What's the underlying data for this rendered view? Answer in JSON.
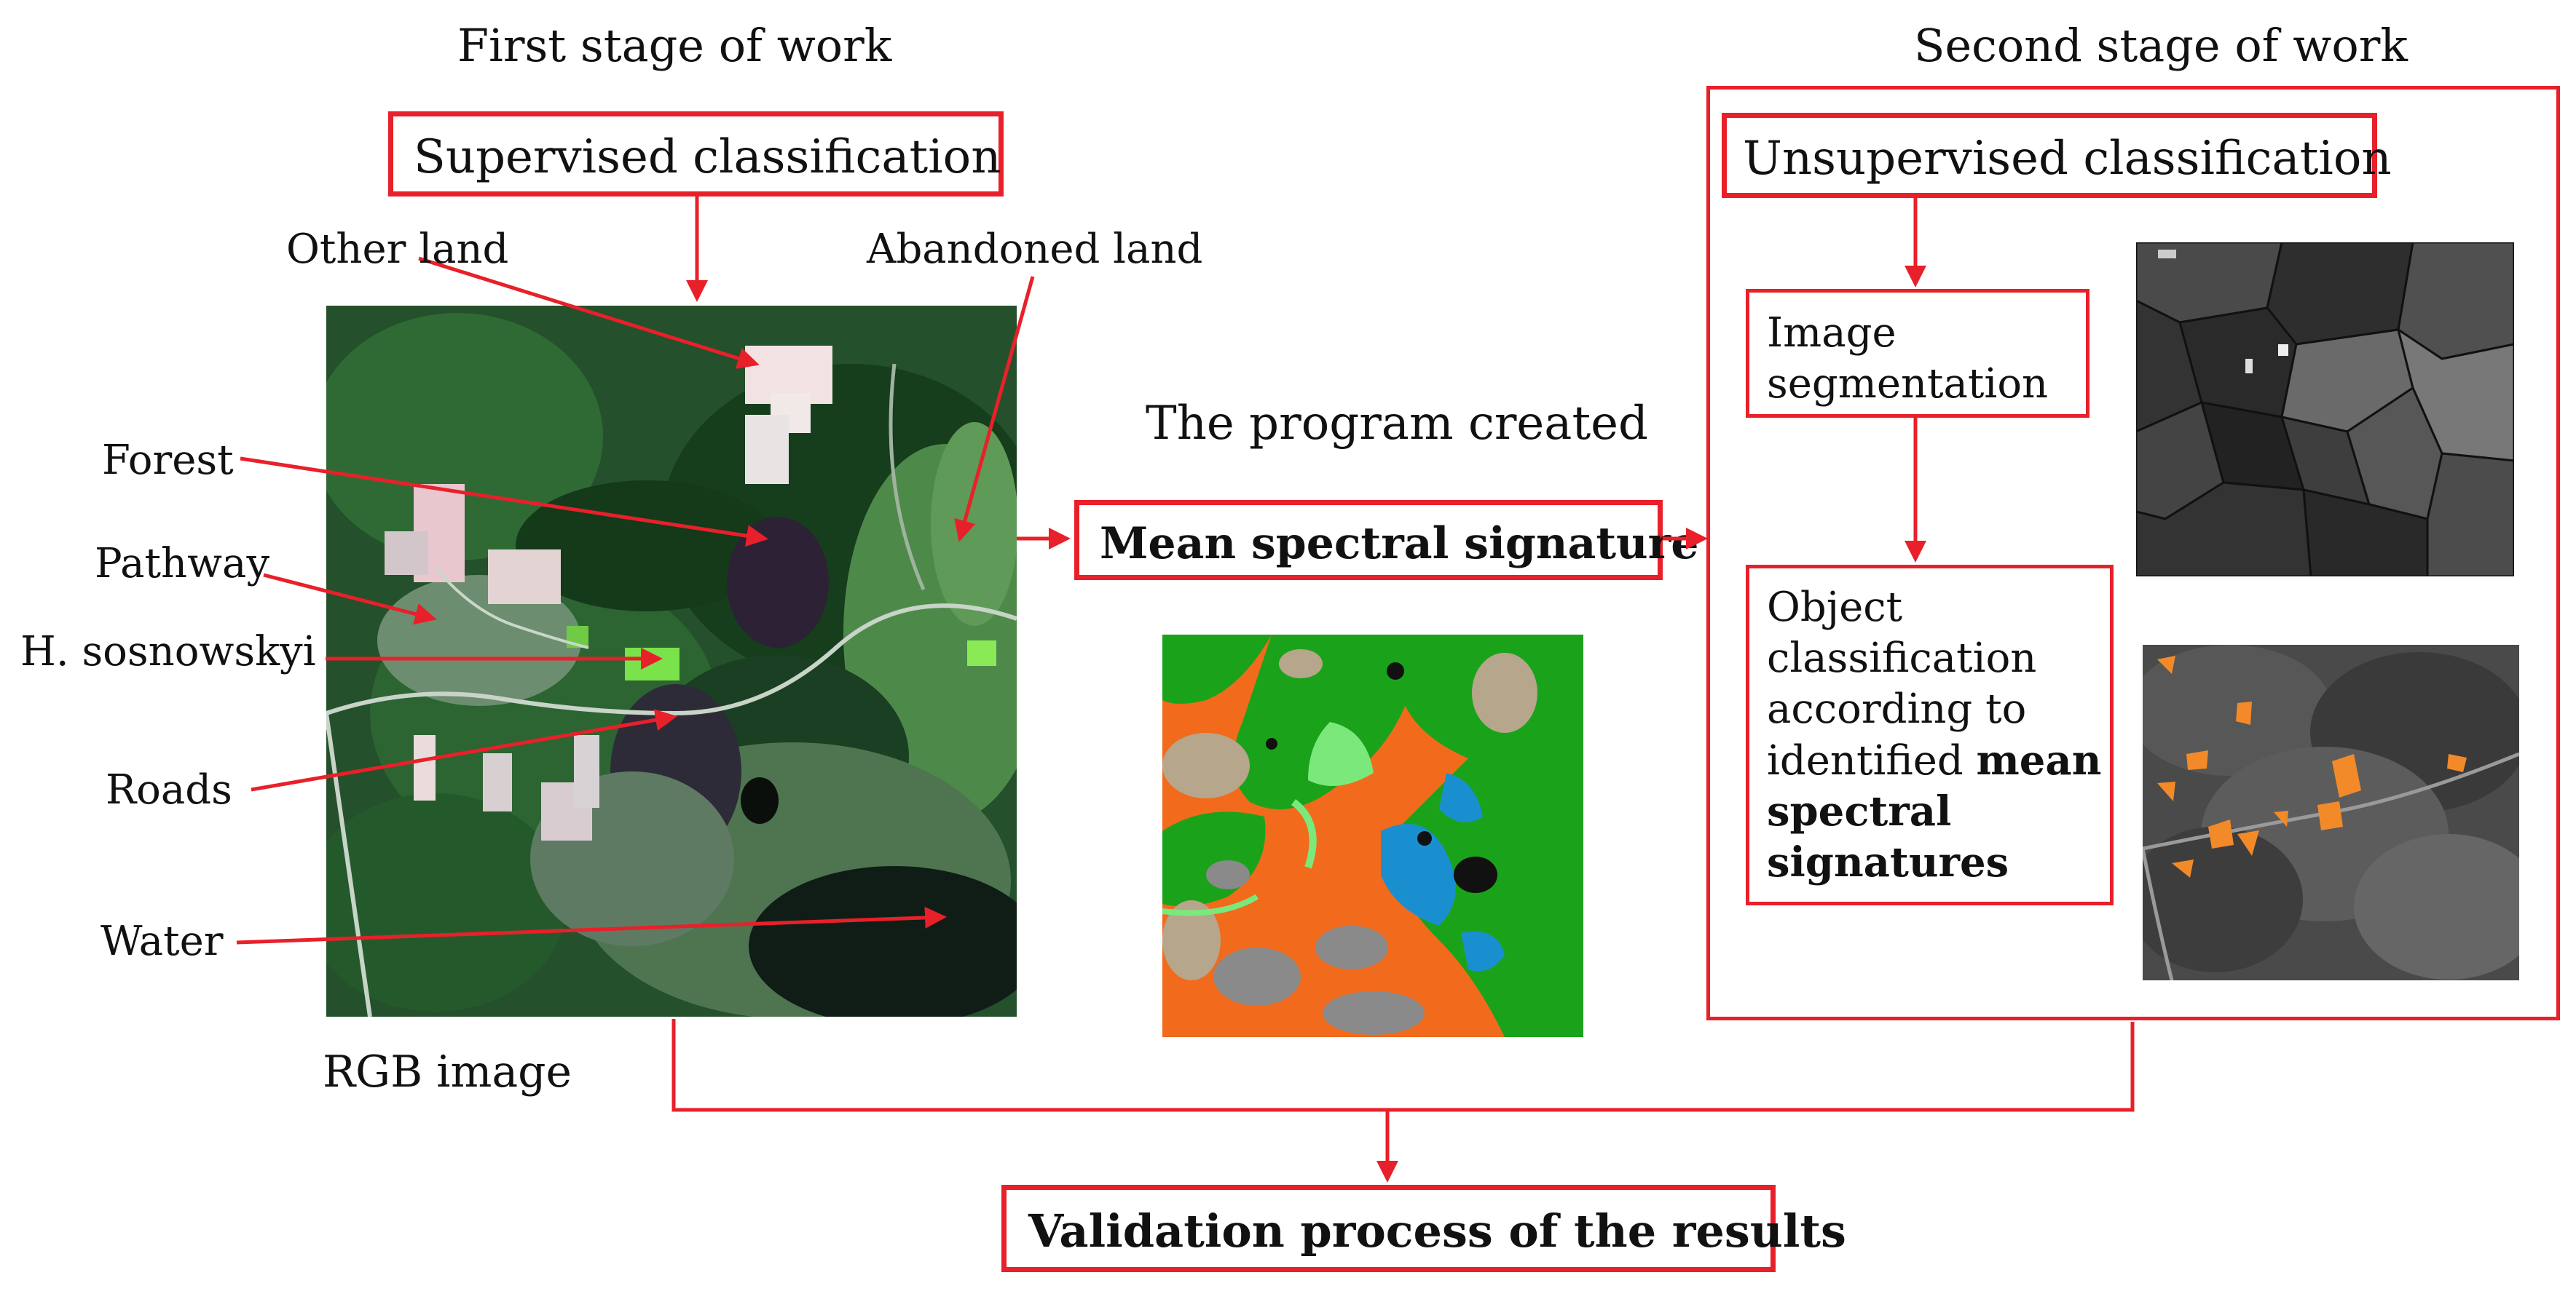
{
  "stages": {
    "first_title": "First stage of work",
    "second_title": "Second stage of work"
  },
  "boxes": {
    "supervised": "Supervised classification",
    "unsupervised": "Unsupervised classification",
    "program_created": "The program created",
    "mean_signature": "Mean spectral signature",
    "validation": "Validation process of the results",
    "segmentation_line1": "Image",
    "segmentation_line2": "segmentation",
    "object_line1": "Object",
    "object_line2": "classification",
    "object_line3": "according to",
    "object_line4a": "identified ",
    "object_line4b": "mean",
    "object_line5": "spectral",
    "object_line6": "signatures"
  },
  "labels": {
    "other_land": "Other land",
    "abandoned_land": "Abandoned land",
    "forest": "Forest",
    "pathway": "Pathway",
    "h_sosnowskyi": "H. sosnowskyi",
    "roads": "Roads",
    "water": "Water",
    "rgb_image": "RGB image"
  },
  "colors": {
    "accent": "#e8202a",
    "class_orange": "#f26a1b",
    "class_green": "#1aa31a",
    "class_lightgreen": "#7be87b",
    "class_tan": "#b6a68c",
    "class_gray": "#8a8a8a",
    "class_blue": "#1a8fd0",
    "class_black": "#111111"
  }
}
